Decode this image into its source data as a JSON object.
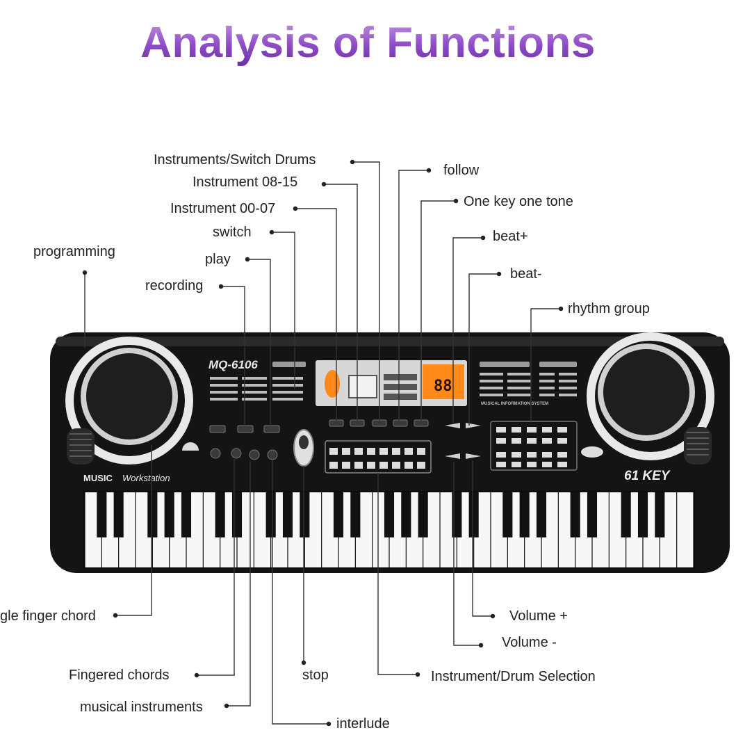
{
  "title": "Analysis of Functions",
  "keyboard": {
    "model": "MQ-6106",
    "brand_line_1": "MUSIC",
    "brand_line_2": "Workstation",
    "keys_badge": "61 KEY",
    "display_readout": "88",
    "panel_caption": "MUSICAL INFORMATION SYSTEM",
    "colors": {
      "body": "#141414",
      "panel_silver": "#d7d7d7",
      "display_orange": "#ff8a1a",
      "label_purple": "#8e4bc7"
    }
  },
  "callouts": {
    "instruments_switch_drums": "Instruments/Switch Drums",
    "instrument_08_15": "Instrument 08-15",
    "instrument_00_07": "Instrument 00-07",
    "switch": "switch",
    "play": "play",
    "recording": "recording",
    "programming": "programming",
    "follow": "follow",
    "one_key_one_tone": "One key one tone",
    "beat_plus": "beat+",
    "beat_minus": "beat-",
    "rhythm_group": "rhythm group",
    "single_finger_chord": "gle finger chord",
    "fingered_chords": "Fingered chords",
    "musical_instruments": "musical instruments",
    "stop": "stop",
    "interlude": "interlude",
    "instrument_drum_selection": "Instrument/Drum Selection",
    "volume_plus": "Volume +",
    "volume_minus": "Volume -"
  }
}
